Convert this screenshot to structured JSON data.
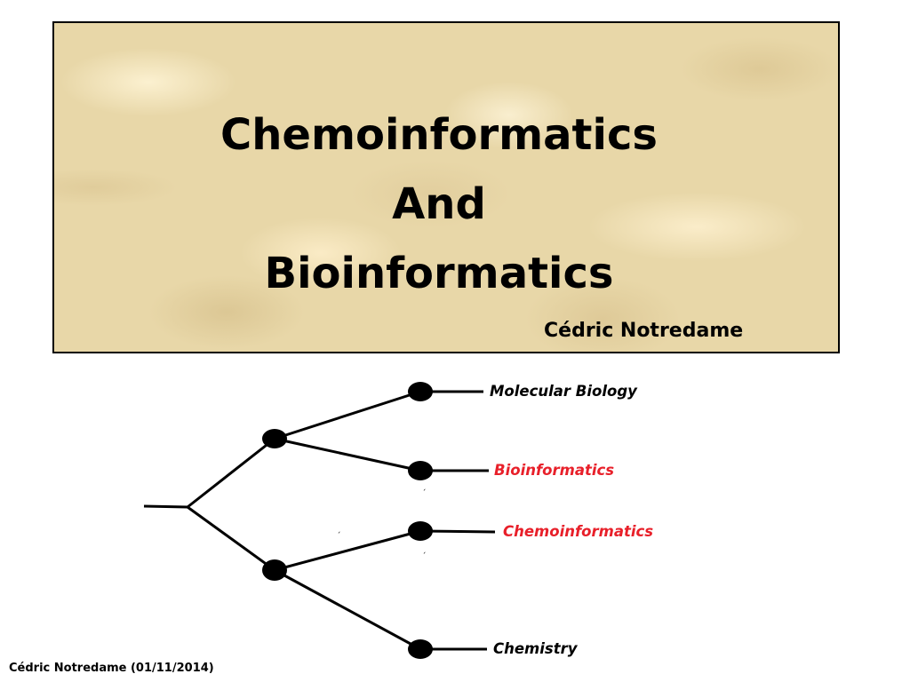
{
  "slide": {
    "title_lines": [
      "Chemoinformatics",
      "And",
      "Bioinformatics"
    ],
    "author": "Cédric Notredame",
    "footer": "Cédric Notredame (01/11/2014)"
  },
  "tree": {
    "leaves": [
      {
        "label": "Molecular Biology",
        "color": "#000000"
      },
      {
        "label": "Bioinformatics",
        "color": "#e8202a"
      },
      {
        "label": "Chemoinformatics",
        "color": "#e8202a"
      },
      {
        "label": "Chemistry",
        "color": "#000000"
      }
    ],
    "tick_marks": [
      "´",
      "´",
      "´"
    ]
  },
  "colors": {
    "title_background": "#e8d7a8",
    "highlight": "#e8202a"
  }
}
